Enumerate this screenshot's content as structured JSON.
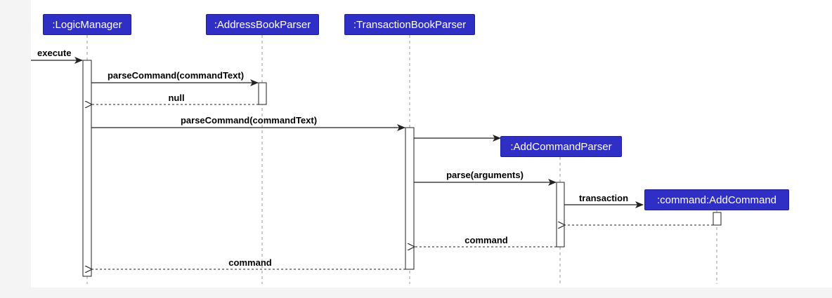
{
  "colors": {
    "participant_fill": "#2f2fc5",
    "participant_text": "#ffffff",
    "lifeline": "#999999",
    "arrow": "#222222"
  },
  "participants": {
    "logic_manager": ":LogicManager",
    "address_book_parser": ":AddressBookParser",
    "transaction_book_parser": ":TransactionBookParser",
    "add_command_parser": ":AddCommandParser",
    "add_command": ":command:AddCommand"
  },
  "messages": {
    "execute": "execute",
    "parse_command_1": "parseCommand(commandText)",
    "return_null": "null",
    "parse_command_2": "parseCommand(commandText)",
    "parse_arguments": "parse(arguments)",
    "transaction": "transaction",
    "return_command_1": "command",
    "return_command_2": "command"
  }
}
